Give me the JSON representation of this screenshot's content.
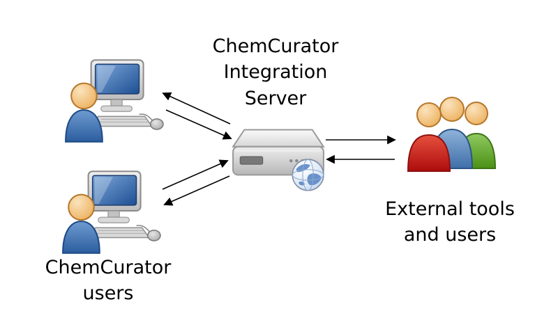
{
  "nodes": {
    "server": {
      "label_lines": [
        "ChemCurator",
        "Integration",
        "Server"
      ],
      "icon": "server-icon",
      "badge_icon": "globe-icon"
    },
    "chemcurator_users": {
      "label_lines": [
        "ChemCurator",
        "users"
      ],
      "icon": "user-workstation-icon",
      "workstation_count": 2
    },
    "external": {
      "label_lines": [
        "External tools",
        "and users"
      ],
      "icon": "user-group-icon",
      "person_count": 3
    }
  },
  "connections": [
    {
      "from": "chemcurator-user-1",
      "to": "integration-server",
      "bidirectional": true
    },
    {
      "from": "chemcurator-user-2",
      "to": "integration-server",
      "bidirectional": true
    },
    {
      "from": "integration-server",
      "to": "external-tools-and-users",
      "bidirectional": true
    }
  ],
  "colors": {
    "background": "#ffffff",
    "text": "#000000",
    "arrow": "#000000",
    "person_blue": "#3a6db3",
    "person_red": "#c41414",
    "person_green": "#59a026",
    "skin_tan": "#f0c084",
    "monitor_screen": "#2f63a6",
    "server_body": "#d6d6d6",
    "globe_blue": "#5b87c6"
  }
}
